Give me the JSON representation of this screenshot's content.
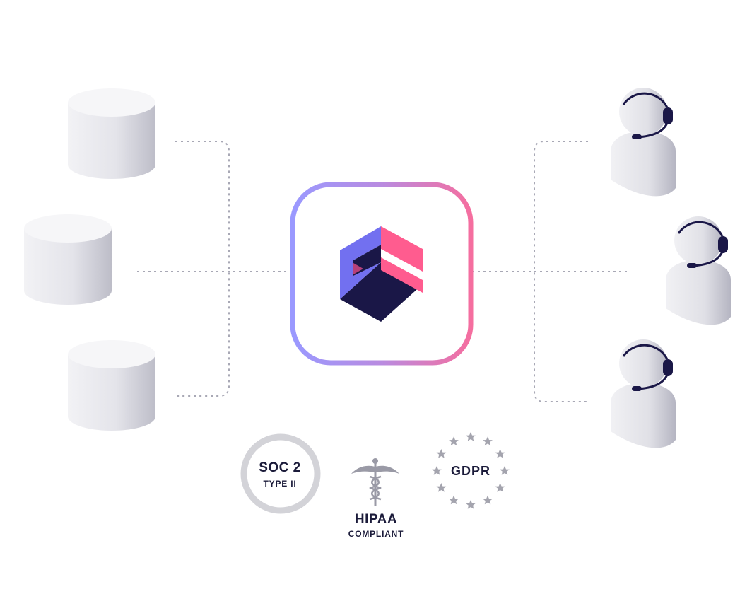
{
  "diagram": {
    "left_nodes": [
      {
        "name": "database",
        "icon": "database-icon"
      },
      {
        "name": "database",
        "icon": "database-icon"
      },
      {
        "name": "database",
        "icon": "database-icon"
      }
    ],
    "center_node": {
      "icon": "platform-logo-icon"
    },
    "right_nodes": [
      {
        "name": "support-agent",
        "icon": "headset-agent-icon"
      },
      {
        "name": "support-agent",
        "icon": "headset-agent-icon"
      },
      {
        "name": "support-agent",
        "icon": "headset-agent-icon"
      }
    ],
    "connector_style": "dotted"
  },
  "badges": {
    "soc2": {
      "title": "SOC 2",
      "subtitle": "TYPE II",
      "icon": "soc2-ring-badge"
    },
    "hipaa": {
      "title": "HIPAA",
      "subtitle": "COMPLIANT",
      "icon": "caduceus-icon"
    },
    "gdpr": {
      "title": "GDPR",
      "icon": "eu-stars-ring-icon"
    }
  },
  "colors": {
    "gradient_start": "#8F8CFF",
    "gradient_end": "#F56E9F",
    "logo_dark": "#1A1747",
    "logo_violet": "#7270F0",
    "logo_pink": "#FF5C8F",
    "connector": "#A8A8B5",
    "badge_gray": "#D3D3D8",
    "text_dark": "#1B1B3A"
  }
}
